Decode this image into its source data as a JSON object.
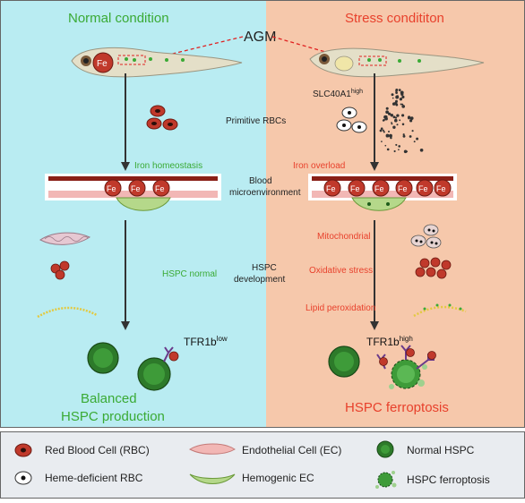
{
  "panels": {
    "left_title": "Normal condition",
    "right_title": "Stress condititon",
    "center_top": "AGM",
    "fe": "Fe"
  },
  "center_labels": {
    "primitive": "Primitive RBCs",
    "blood_line1": "Blood",
    "blood_line2": "microenvironment",
    "hspc_line1": "HSPC",
    "hspc_line2": "development"
  },
  "left_labels": {
    "iron": "Iron homeostasis",
    "hspc_normal": "HSPC normal",
    "tfr_base": "TFR1b",
    "tfr_sup": "low",
    "result_line1": "Balanced",
    "result_line2": "HSPC production"
  },
  "right_labels": {
    "slc_base": "SLC40A1",
    "slc_sup": "high",
    "iron": "Iron overload",
    "mito": "Mitochondrial",
    "ox": "Oxidative stress",
    "lipid": "Lipid peroxidation",
    "tfr_base": "TFR1b",
    "tfr_sup": "high",
    "result": "HSPC ferroptosis"
  },
  "legend": {
    "rbc": "Red Blood Cell (RBC)",
    "heme": "Heme-deficient RBC",
    "ec": "Endothelial Cell (EC)",
    "hemogenic": "Hemogenic EC",
    "normal_hspc": "Normal HSPC",
    "ferroptosis": "HSPC ferroptosis"
  },
  "colors": {
    "left_bg": "#b9ecf2",
    "right_bg": "#f6c8ab",
    "green_text": "#3aaa35",
    "red_text": "#e8412c",
    "legend_bg": "#e9ecf0"
  }
}
